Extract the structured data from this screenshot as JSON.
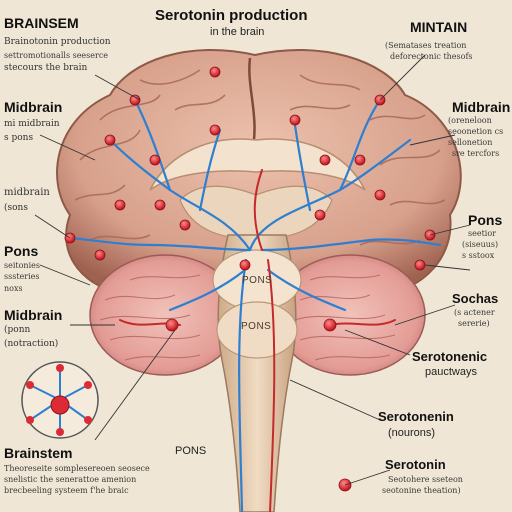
{
  "title": {
    "line1": "Serotonin production",
    "line2": "in the brain"
  },
  "labels": {
    "brainstem_top": {
      "head": "BRAINSEM",
      "l1": "Brainotonin production",
      "l2": "settromotionalls seeserce",
      "l3": "stecours the brain"
    },
    "mintain": {
      "head": "MINTAIN",
      "l1": "(Sematases treation",
      "l2": "deforectonic thesofs"
    },
    "midbrain_left": {
      "head": "Midbrain",
      "l1": "mi midbrain",
      "l2": "s pons"
    },
    "midbrain_right": {
      "head": "Midbrain",
      "l1": "(oreneloon",
      "l2": "seoonetion cs",
      "l3": "sellonetion",
      "l4": "sre tercfors"
    },
    "midbrain_small": {
      "head": "midbrain",
      "l1": "(sons"
    },
    "pons_left": {
      "head": "Pons",
      "l1": "seitonies",
      "l2": "sssteries",
      "l3": "noxs"
    },
    "pons_right": {
      "head": "Pons",
      "l1": "seetior",
      "l2": "(siseuus)",
      "l3": "s sstoox"
    },
    "midbrain_lower": {
      "head": "Midbrain",
      "l1": "(ponn",
      "l2": "(notraction)"
    },
    "sochas": {
      "head": "Sochas",
      "l1": "(s actener",
      "l2": "sererie)"
    },
    "serotonergic": {
      "head": "Serotonenic",
      "l2": "pauctways"
    },
    "serotonenin": {
      "head": "Serotonenin",
      "l1": "(nourons)"
    },
    "serotonin": {
      "head": "Serotonin",
      "l1": "Seotohere sseteon",
      "l2": "seotonine theation)"
    },
    "brainstem_bottom": {
      "head": "Brainstem",
      "l1": "Theoreseite somplesereoen seosece",
      "l2": "snelistic the senerattoe amenion",
      "l3": "brecbeeling systeem f'he braic"
    },
    "pons_bottom": {
      "head": "PONS"
    }
  },
  "organ_labels": {
    "pons_upper": "PONS",
    "pons_mid": "PONS"
  },
  "colors": {
    "background": "#efe6d5",
    "cortex": "#d9a48f",
    "cortex_outline": "#8e5a47",
    "nerve_blue": "#2f7fd0",
    "artery_red": "#c42a2a",
    "dot_red": "#dd2b36",
    "cerebellum": "#e8a8a0",
    "brainstem": "#e6cdb0"
  }
}
